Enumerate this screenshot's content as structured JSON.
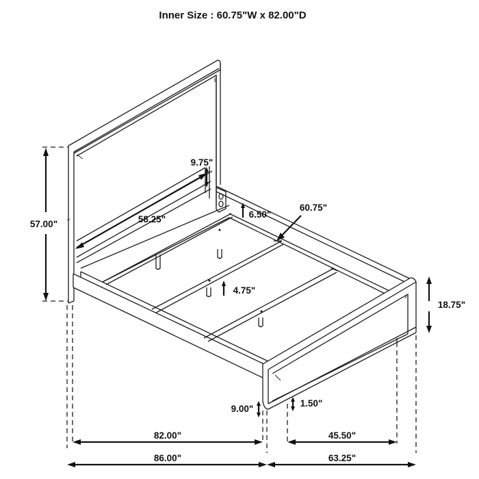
{
  "title": "Inner Size : 60.75\"W x 82.00\"D",
  "inner_size": {
    "width": "60.75\"",
    "depth": "82.00\""
  },
  "dimensions": {
    "headboard_height": "57.00\"",
    "headboard_panel_width": "58.25\"",
    "headboard_rail_gap": "9.75\"",
    "side_rail_height": "6.50\"",
    "slat_span": "60.75\"",
    "support_leg_height": "4.75\"",
    "footboard_height": "18.75\"",
    "footboard_clearance": "9.00\"",
    "footboard_base_offset": "1.50\"",
    "inner_length": "82.00\"",
    "overall_length": "86.00\"",
    "footboard_inner_width": "45.50\"",
    "overall_width": "63.25\""
  },
  "colors": {
    "line": "#1a1a1a",
    "background": "#ffffff"
  }
}
